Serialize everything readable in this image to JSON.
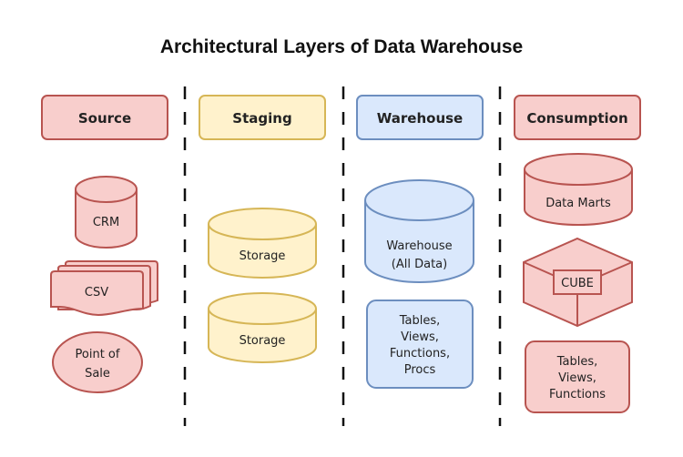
{
  "title": "Architectural Layers of Data Warehouse",
  "colors": {
    "pink_fill": "#f8cecc",
    "pink_stroke": "#b85450",
    "yellow_fill": "#fff2cc",
    "yellow_stroke": "#d6b656",
    "blue_fill": "#dae8fc",
    "blue_stroke": "#6c8ebf"
  },
  "columns": [
    {
      "header": "Source",
      "items": [
        {
          "shape": "cylinder",
          "lines": [
            "CRM"
          ]
        },
        {
          "shape": "multi-document",
          "lines": [
            "CSV"
          ]
        },
        {
          "shape": "ellipse",
          "lines": [
            "Point of",
            "Sale"
          ]
        }
      ]
    },
    {
      "header": "Staging",
      "items": [
        {
          "shape": "cylinder",
          "lines": [
            "Storage"
          ]
        },
        {
          "shape": "cylinder",
          "lines": [
            "Storage"
          ]
        }
      ]
    },
    {
      "header": "Warehouse",
      "items": [
        {
          "shape": "cylinder",
          "lines": [
            "Warehouse",
            "(All Data)"
          ]
        },
        {
          "shape": "rounded-rect",
          "lines": [
            "Tables,",
            "Views,",
            "Functions,",
            "Procs"
          ]
        }
      ]
    },
    {
      "header": "Consumption",
      "items": [
        {
          "shape": "cylinder",
          "lines": [
            "Data Marts"
          ]
        },
        {
          "shape": "cube",
          "lines": [
            "CUBE"
          ]
        },
        {
          "shape": "rounded-rect",
          "lines": [
            "Tables,",
            "Views,",
            "Functions"
          ]
        }
      ]
    }
  ]
}
